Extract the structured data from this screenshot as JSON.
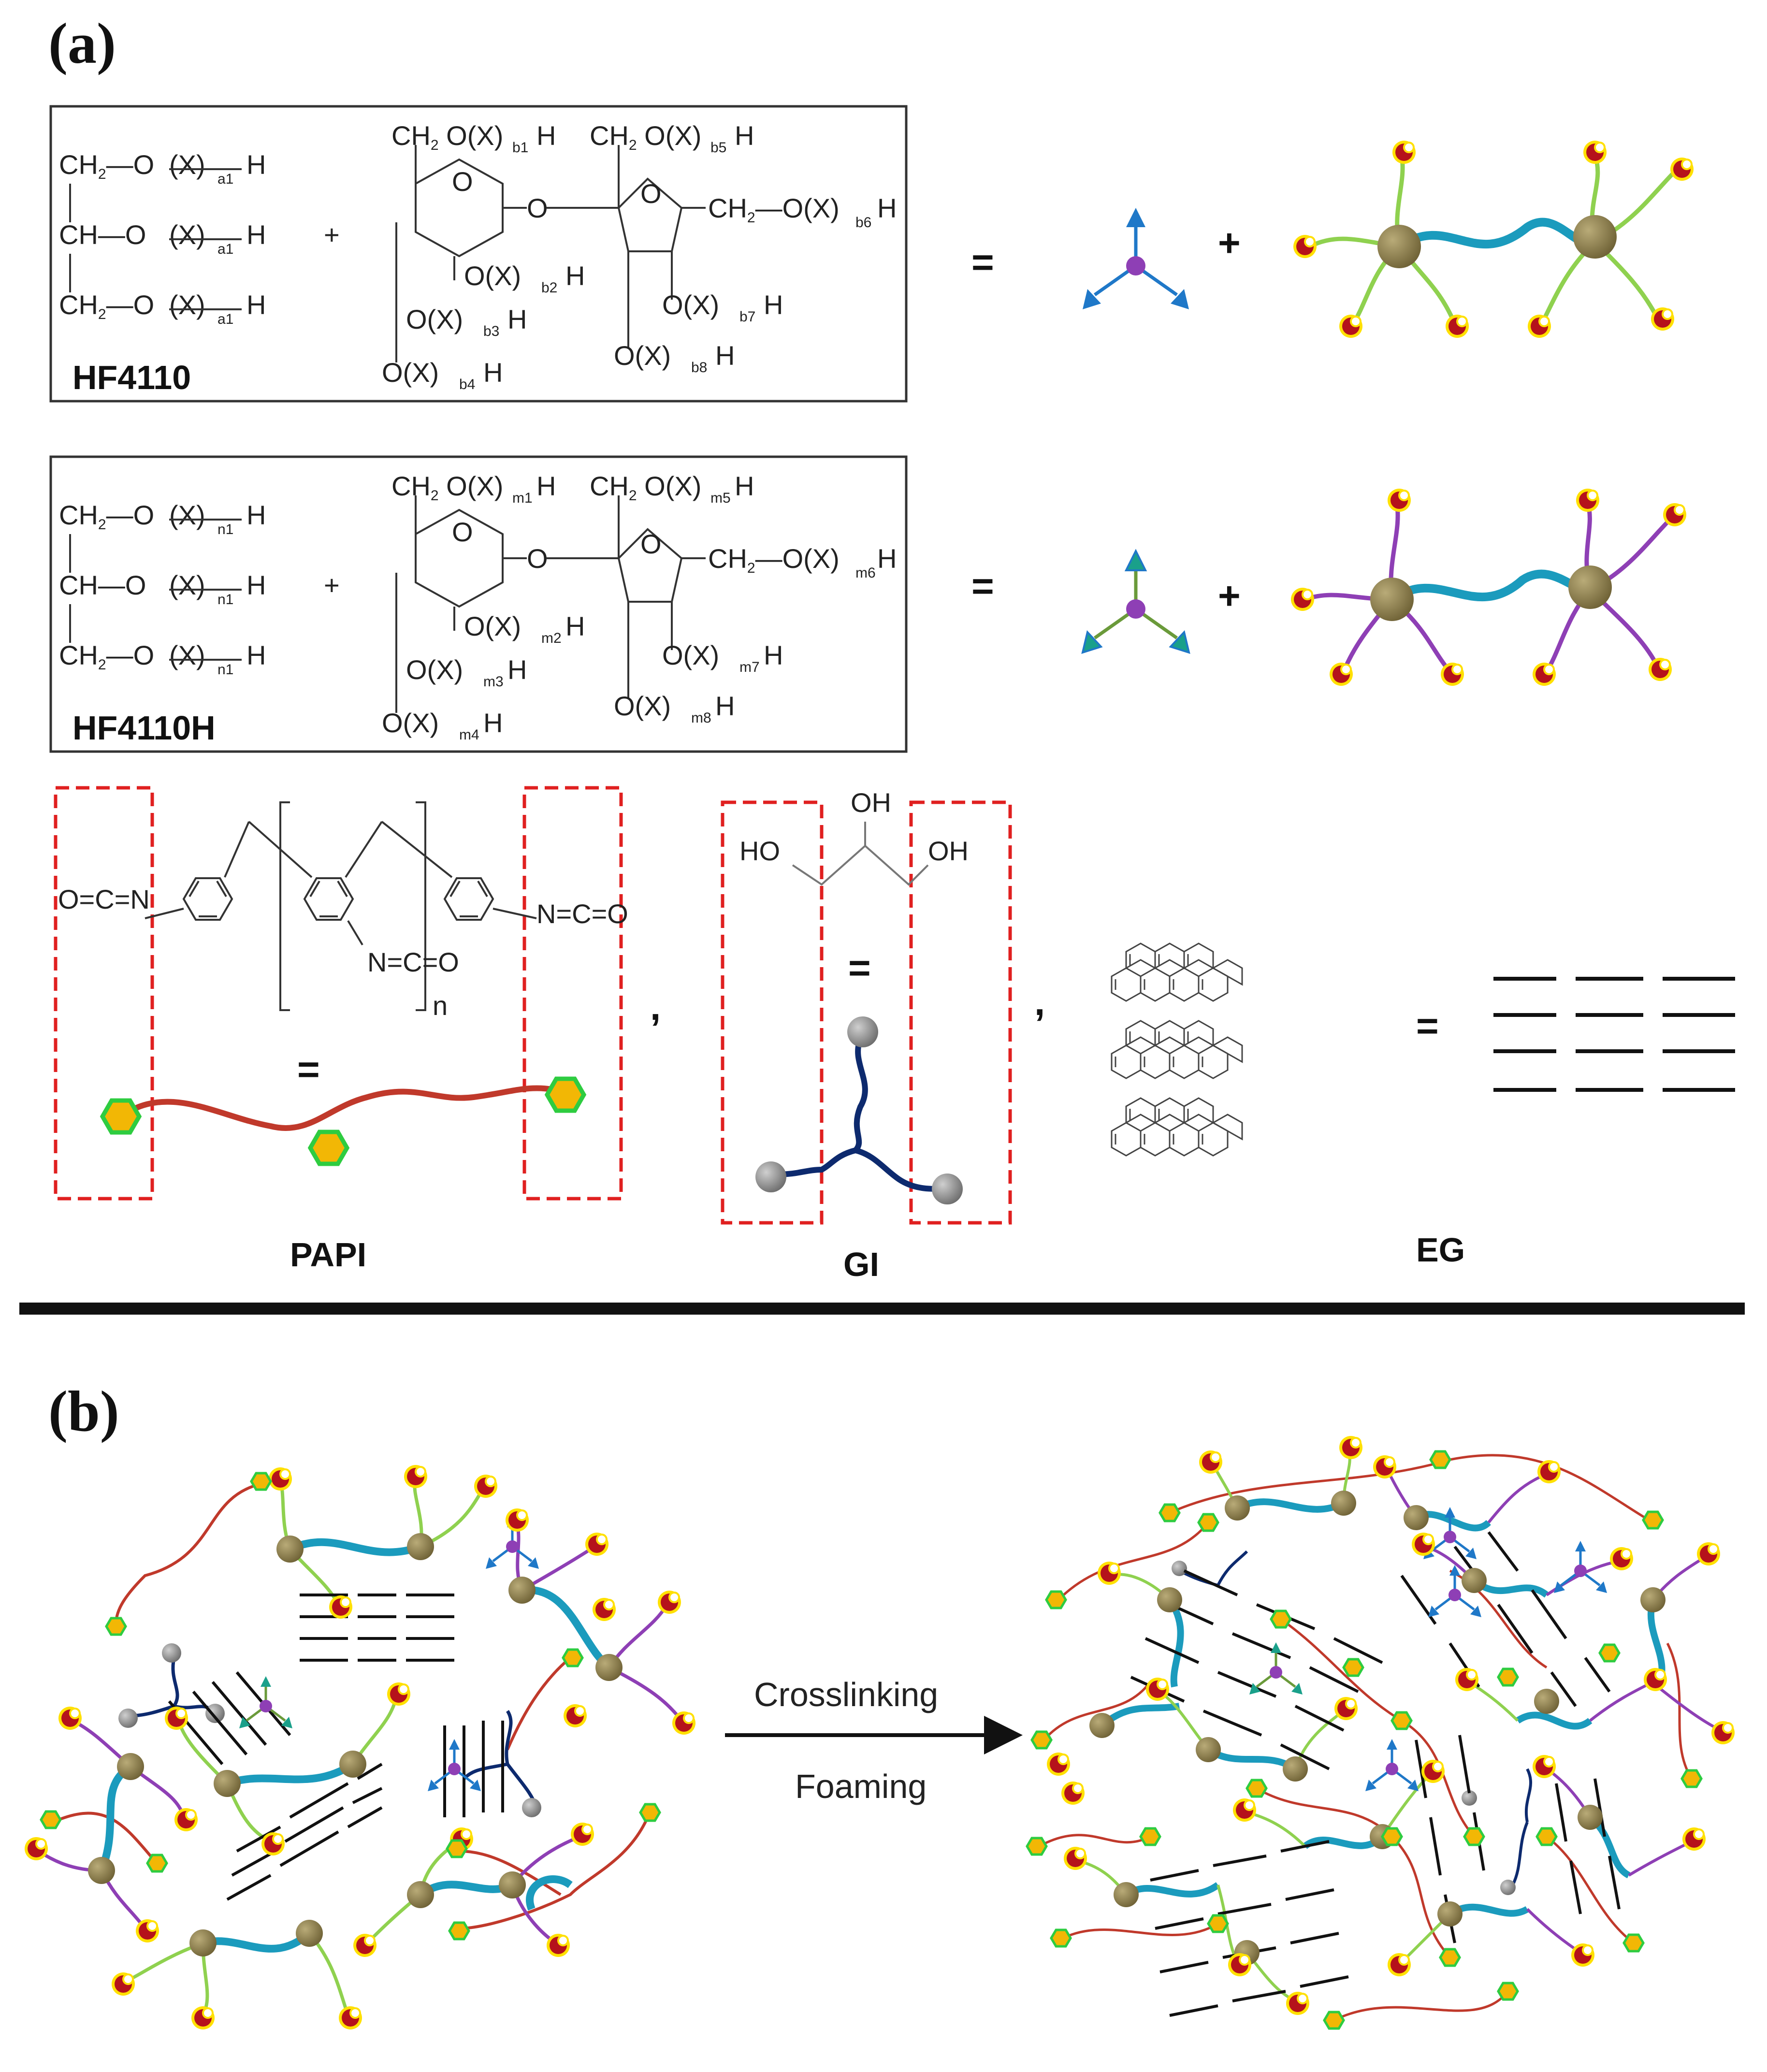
{
  "panel_a": {
    "label": "(a)",
    "hf4110": {
      "name": "HF4110",
      "glycerol_rows": [
        "CH2—O",
        "CH—O",
        "CH2—O"
      ],
      "subs_glycerol": [
        "a1",
        "a1",
        "a1"
      ],
      "subs_sucrose": [
        "b1",
        "b2",
        "b3",
        "b4",
        "b5",
        "b6",
        "b7",
        "b8"
      ]
    },
    "hf4110h": {
      "name": "HF4110H",
      "glycerol_rows": [
        "CH2—O",
        "CH—O",
        "CH2—O"
      ],
      "subs_glycerol": [
        "n1",
        "n1",
        "n1"
      ],
      "subs_sucrose": [
        "m1",
        "m2",
        "m3",
        "m4",
        "m5",
        "m6",
        "m7",
        "m8"
      ]
    },
    "repeat_unit": "X",
    "h": "H",
    "ch2o": "CH2",
    "o": "O",
    "plus": "+",
    "equals": "=",
    "comma": ",",
    "papi": {
      "name": "PAPI",
      "n": "n",
      "nco_left": "O=C=N",
      "nco_right": "N=C=O",
      "nco_mid": "N=C=O"
    },
    "gi": {
      "name": "GI",
      "oh": "OH",
      "ho": "HO"
    },
    "eg": {
      "name": "EG"
    }
  },
  "panel_b": {
    "label": "(b)",
    "arrow_top": "Crosslinking",
    "arrow_bottom": "Foaming"
  },
  "colors": {
    "hf4110_arm": "#8fd14f",
    "hf4110h_arm": "#8e3fb5",
    "core": "#8a7a45",
    "linker": "#1b9bbd",
    "papi": "#c0392b",
    "hexagon": "#f2b705",
    "hexagon_edge": "#2ecc40",
    "gi": "#0d2a6e",
    "tripod_blue": "#1f78c8",
    "tripod_green": "#6a9a3a",
    "center": "#8e3fb5",
    "crescent": "#b5121b",
    "crescent_edge": "#ffe000",
    "box_dash": "#e02020"
  }
}
